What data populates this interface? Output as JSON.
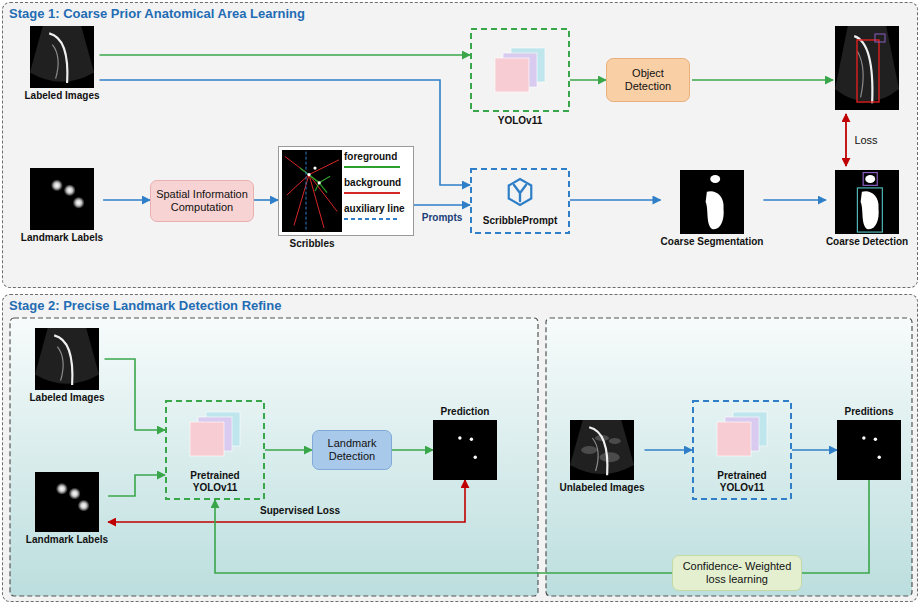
{
  "diagram": {
    "nodes": [
      {
        "text": [
          "Stage 1: Coarse Prior Anatomical Area Learning"
        ]
      },
      {
        "text": [
          "Labeled Images"
        ],
        "in": 0
      },
      {
        "text": [
          "Landmark Labels"
        ],
        "in": 0
      },
      {
        "text": [
          "Spatial Information Computation"
        ],
        "in": 0
      },
      {
        "text": [
          "Scribbles"
        ],
        "in": 0
      },
      {
        "text": [
          "YOLOv11"
        ],
        "in": 0
      },
      {
        "text": [
          "ScribblePrompt"
        ],
        "in": 0
      },
      {
        "text": [
          "Object Detection"
        ],
        "in": 0
      },
      {
        "text": [
          "Coarse Segmentation"
        ],
        "in": 0
      },
      {
        "text": [
          "Coarse Detection"
        ],
        "in": 0
      },
      {
        "text": [
          "Stage 2: Precise Landmark Detection Refine"
        ]
      },
      {
        "text": [
          "Labeled Images"
        ],
        "in": 10
      },
      {
        "text": [
          "Landmark Labels"
        ],
        "in": 10
      },
      {
        "text": [
          "Pretrained YOLOv11"
        ],
        "in": 10
      },
      {
        "text": [
          "Landmark Detection"
        ],
        "in": 10
      },
      {
        "text": [
          "Prediction"
        ],
        "in": 10
      },
      {
        "text": [
          "Unlabeled Images"
        ],
        "in": 10
      },
      {
        "text": [
          "Pretrained YOLOv11"
        ],
        "in": 10
      },
      {
        "text": [
          "Preditions"
        ],
        "in": 10
      },
      {
        "text": [
          "Confidence- Weighted loss learning"
        ],
        "in": 10
      }
    ],
    "edges": [
      {
        "from": 1,
        "to": 5,
        "arrow": "to"
      },
      {
        "from": 1,
        "to": 6,
        "arrow": "to"
      },
      {
        "from": 2,
        "to": 3,
        "arrow": "to"
      },
      {
        "from": 3,
        "to": 4,
        "arrow": "to"
      },
      {
        "from": 4,
        "to": 6,
        "label": "Prompts",
        "arrow": "to"
      },
      {
        "from": 5,
        "to": 7,
        "arrow": "to"
      },
      {
        "from": 6,
        "to": 8,
        "arrow": "to"
      },
      {
        "from": 8,
        "to": 9,
        "arrow": "to"
      },
      {
        "from": 11,
        "to": 13,
        "arrow": "to"
      },
      {
        "from": 12,
        "to": 13,
        "arrow": "to"
      },
      {
        "from": 13,
        "to": 14,
        "arrow": "to"
      },
      {
        "from": 14,
        "to": 15,
        "arrow": "to"
      },
      {
        "from": 15,
        "to": 12,
        "label": "Supervised Loss",
        "arrow": "both"
      },
      {
        "from": 16,
        "to": 17,
        "arrow": "to"
      },
      {
        "from": 17,
        "to": 18,
        "arrow": "to"
      },
      {
        "from": 18,
        "to": 19,
        "arrow": "none"
      },
      {
        "from": 19,
        "to": 13,
        "arrow": "to"
      }
    ],
    "labels": [
      "Loss"
    ],
    "legend": [
      {
        "text": "foreground"
      },
      {
        "text": "background"
      },
      {
        "text": "auxiliary line"
      }
    ]
  }
}
